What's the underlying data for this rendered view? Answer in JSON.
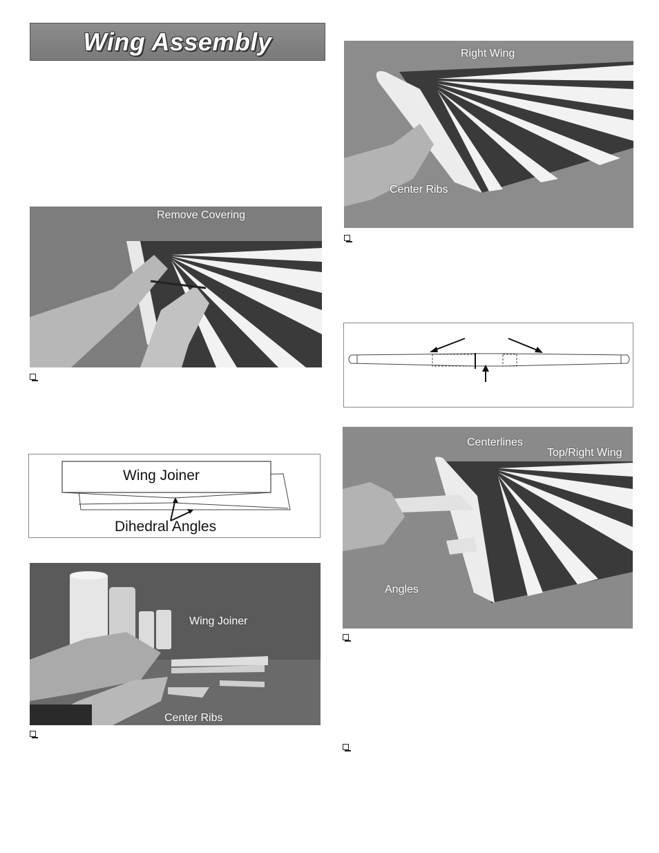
{
  "section_title": "Wing Assembly",
  "figures": {
    "remove_covering": {
      "label": "Remove Covering"
    },
    "wing_joiner_diagram": {
      "joiner_label": "Wing Joiner",
      "angles_label": "Dihedral Angles"
    },
    "materials_photo": {
      "joiner_label": "Wing Joiner",
      "ribs_label": "Center Ribs"
    },
    "right_wing_photo": {
      "wing_label": "Right Wing",
      "ribs_label": "Center Ribs"
    },
    "centerlines_photo": {
      "centerlines_label": "Centerlines",
      "wing_label": "Top/Right Wing",
      "angles_label": "Angles"
    }
  },
  "steps": [
    "",
    "",
    "",
    "",
    ""
  ]
}
